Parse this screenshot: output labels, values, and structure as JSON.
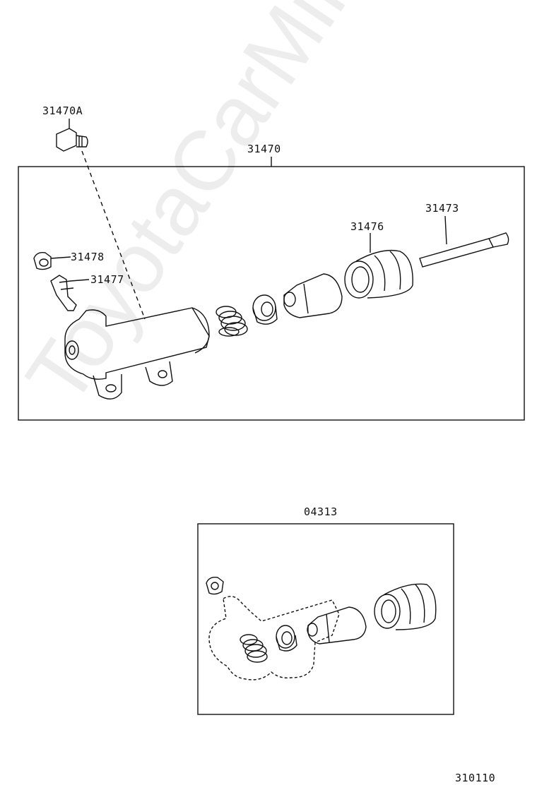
{
  "parts": {
    "bolt": "31470A",
    "assembly": "31470",
    "boot": "31476",
    "push_rod": "31473",
    "cap": "31478",
    "bleeder_plug": "31477",
    "kit": "04313"
  },
  "diagram_code": "310110",
  "watermark": "ToyotaCarMine.ru",
  "colors": {
    "line": "#111111",
    "watermark": "#000000"
  }
}
